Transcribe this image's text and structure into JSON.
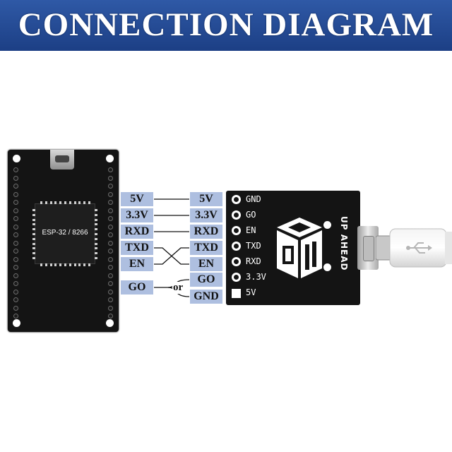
{
  "banner": {
    "title": "CONNECTION DIAGRAM"
  },
  "esp_board": {
    "chip_label": "ESP-32 / 8266"
  },
  "left_pins": [
    "5V",
    "3.3V",
    "RXD",
    "TXD",
    "EN",
    "GO"
  ],
  "right_pins": [
    "5V",
    "3.3V",
    "RXD",
    "TXD",
    "EN",
    "GO",
    "GND"
  ],
  "or_label": "or",
  "usb_module": {
    "pins": [
      "GND",
      "GO",
      "EN",
      "TXD",
      "RXD",
      "3.3V",
      "5V"
    ],
    "brand": "UP AHEAD"
  },
  "colors": {
    "banner": "#1c3f85",
    "pin_box": "#aebfe0",
    "board": "#141414"
  }
}
